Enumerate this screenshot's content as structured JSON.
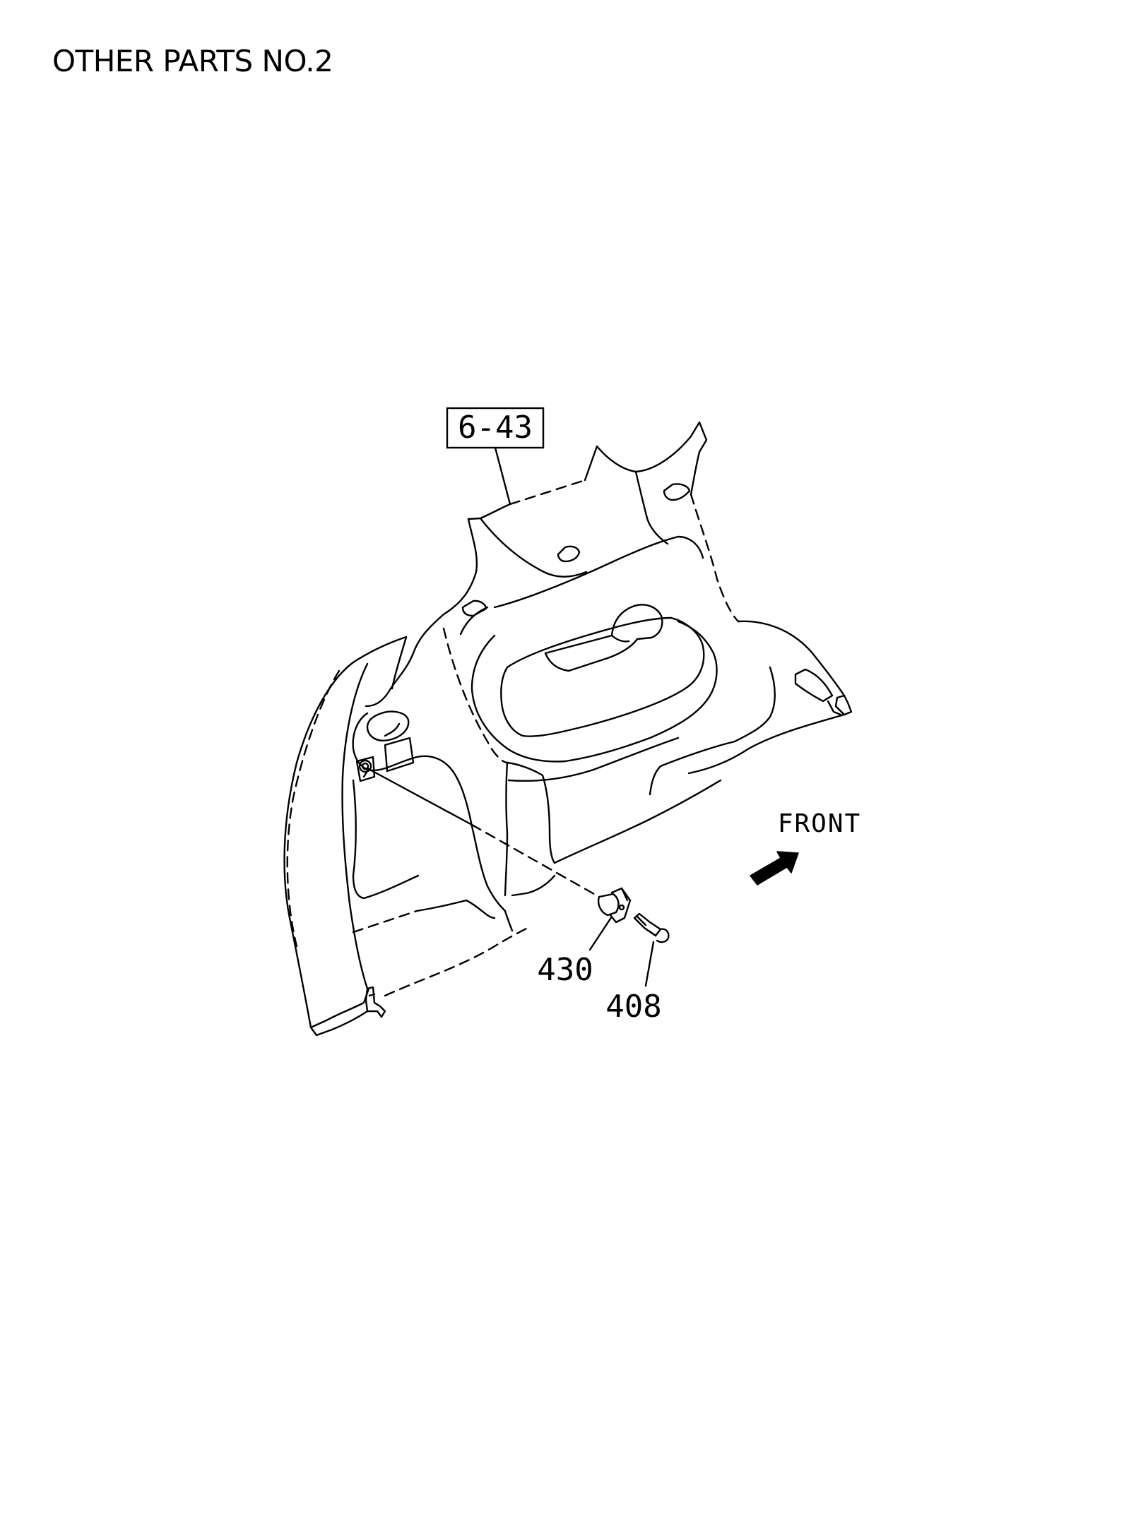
{
  "title": "OTHER PARTS NO.2",
  "reference_box": "6-43",
  "callouts": [
    {
      "id": "430",
      "label": "430"
    },
    {
      "id": "408",
      "label": "408"
    }
  ],
  "direction_label": "FRONT",
  "icons": [
    "front-arrow-icon"
  ],
  "colors": {
    "line": "#000000",
    "background": "#ffffff"
  }
}
